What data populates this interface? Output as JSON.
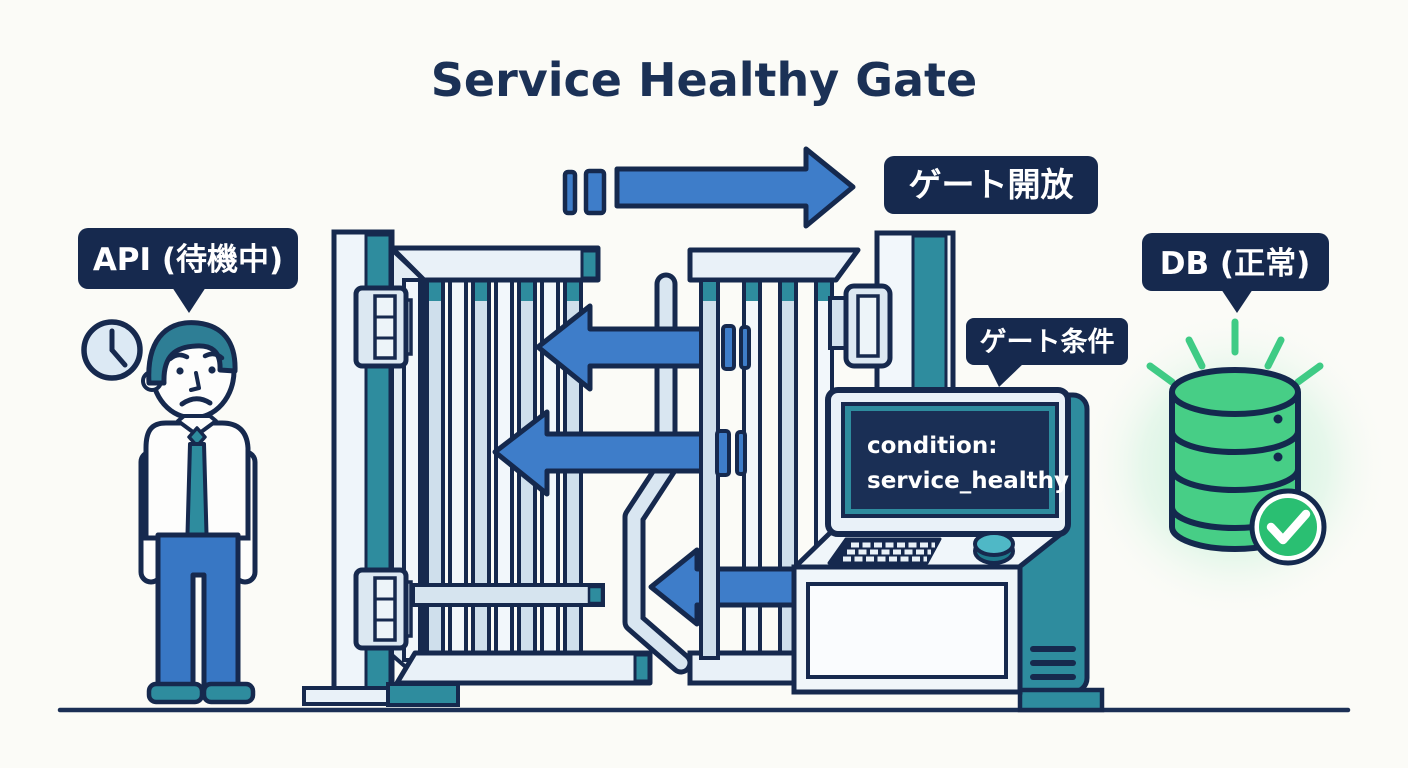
{
  "title": "Service Healthy Gate",
  "labels": {
    "gate_open": "ゲート開放",
    "api": "API (待機中)",
    "db": "DB (正常)",
    "gate_condition": "ゲート条件"
  },
  "terminal_screen": {
    "line1": "condition:",
    "line2": "service_healthy"
  },
  "icons": {
    "waiting": "clock-icon",
    "database": "database-icon",
    "healthy": "check-circle-icon",
    "flow_forward": "arrow-right-icon",
    "flow_blocked": "arrow-left-icon"
  },
  "colors": {
    "navy": "#16294E",
    "blue": "#3E7DC9",
    "teal": "#2E8C9E",
    "light_panel": "#E9F1F8",
    "green": "#47CE86",
    "check_green": "#2ABF72",
    "background": "#FBFBF7"
  }
}
